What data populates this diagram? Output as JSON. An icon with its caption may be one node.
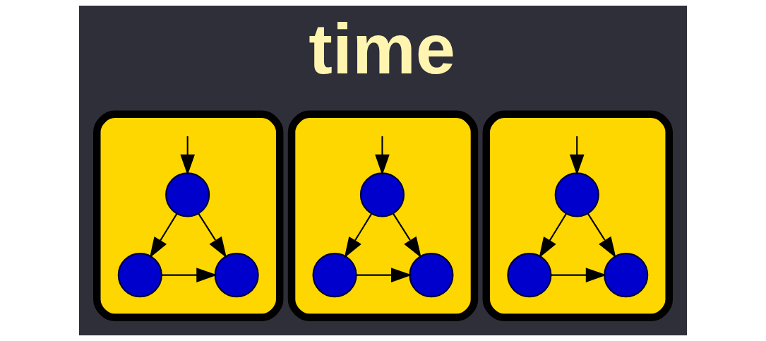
{
  "diagram": {
    "title": "time",
    "nodes": [
      {
        "text": [],
        "shape": "box"
      },
      {
        "text": [],
        "shape": "circle",
        "in": 0
      },
      {
        "text": [],
        "shape": "circle",
        "in": 0
      },
      {
        "text": [],
        "shape": "circle",
        "in": 0
      },
      {
        "text": [],
        "shape": "box"
      },
      {
        "text": [],
        "shape": "circle",
        "in": 4
      },
      {
        "text": [],
        "shape": "circle",
        "in": 4
      },
      {
        "text": [],
        "shape": "circle",
        "in": 4
      },
      {
        "text": [],
        "shape": "box"
      },
      {
        "text": [],
        "shape": "circle",
        "in": 8
      },
      {
        "text": [],
        "shape": "circle",
        "in": 8
      },
      {
        "text": [],
        "shape": "circle",
        "in": 8
      }
    ],
    "edges": [
      {
        "from": null,
        "to": 1,
        "arrow": "to"
      },
      {
        "from": 1,
        "to": 3,
        "arrow": "to"
      },
      {
        "from": 1,
        "to": 2,
        "arrow": "to"
      },
      {
        "from": 2,
        "to": 3,
        "arrow": "to"
      },
      {
        "from": null,
        "to": 5,
        "arrow": "to"
      },
      {
        "from": 5,
        "to": 7,
        "arrow": "to"
      },
      {
        "from": 5,
        "to": 6,
        "arrow": "to"
      },
      {
        "from": 6,
        "to": 7,
        "arrow": "to"
      },
      {
        "from": null,
        "to": 9,
        "arrow": "to"
      },
      {
        "from": 9,
        "to": 11,
        "arrow": "to"
      },
      {
        "from": 9,
        "to": 10,
        "arrow": "to"
      },
      {
        "from": 10,
        "to": 11,
        "arrow": "to"
      }
    ]
  }
}
